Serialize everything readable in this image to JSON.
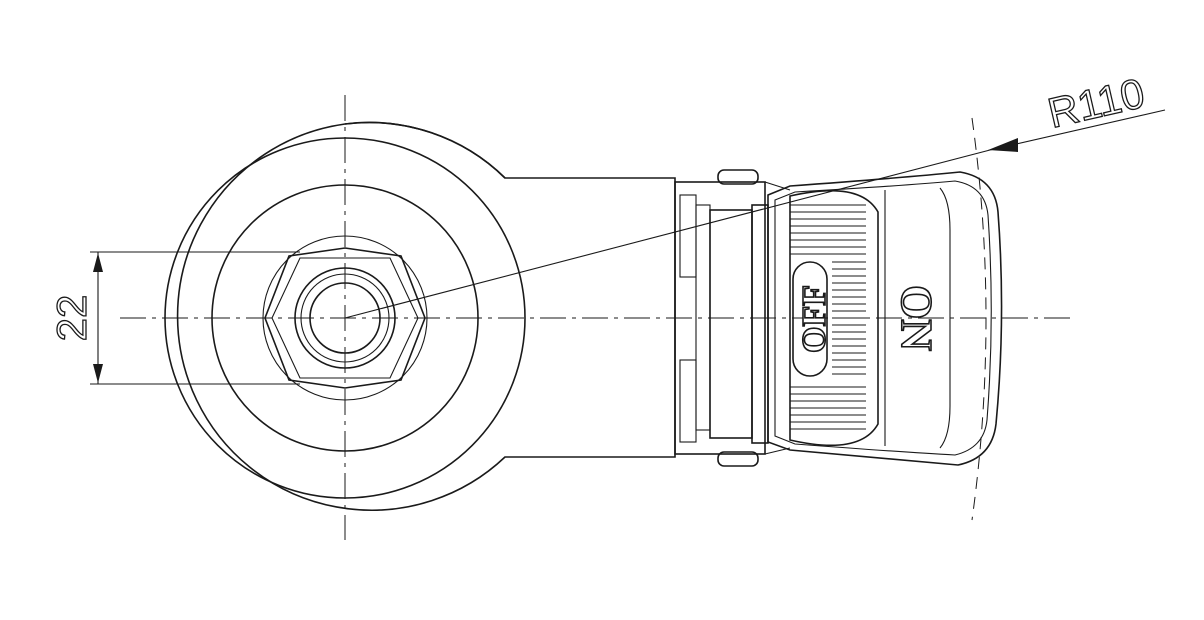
{
  "drawing": {
    "dimension_width": "22",
    "dimension_radius": "R110",
    "handle_label_off": "OFF",
    "handle_label_on": "ON"
  }
}
